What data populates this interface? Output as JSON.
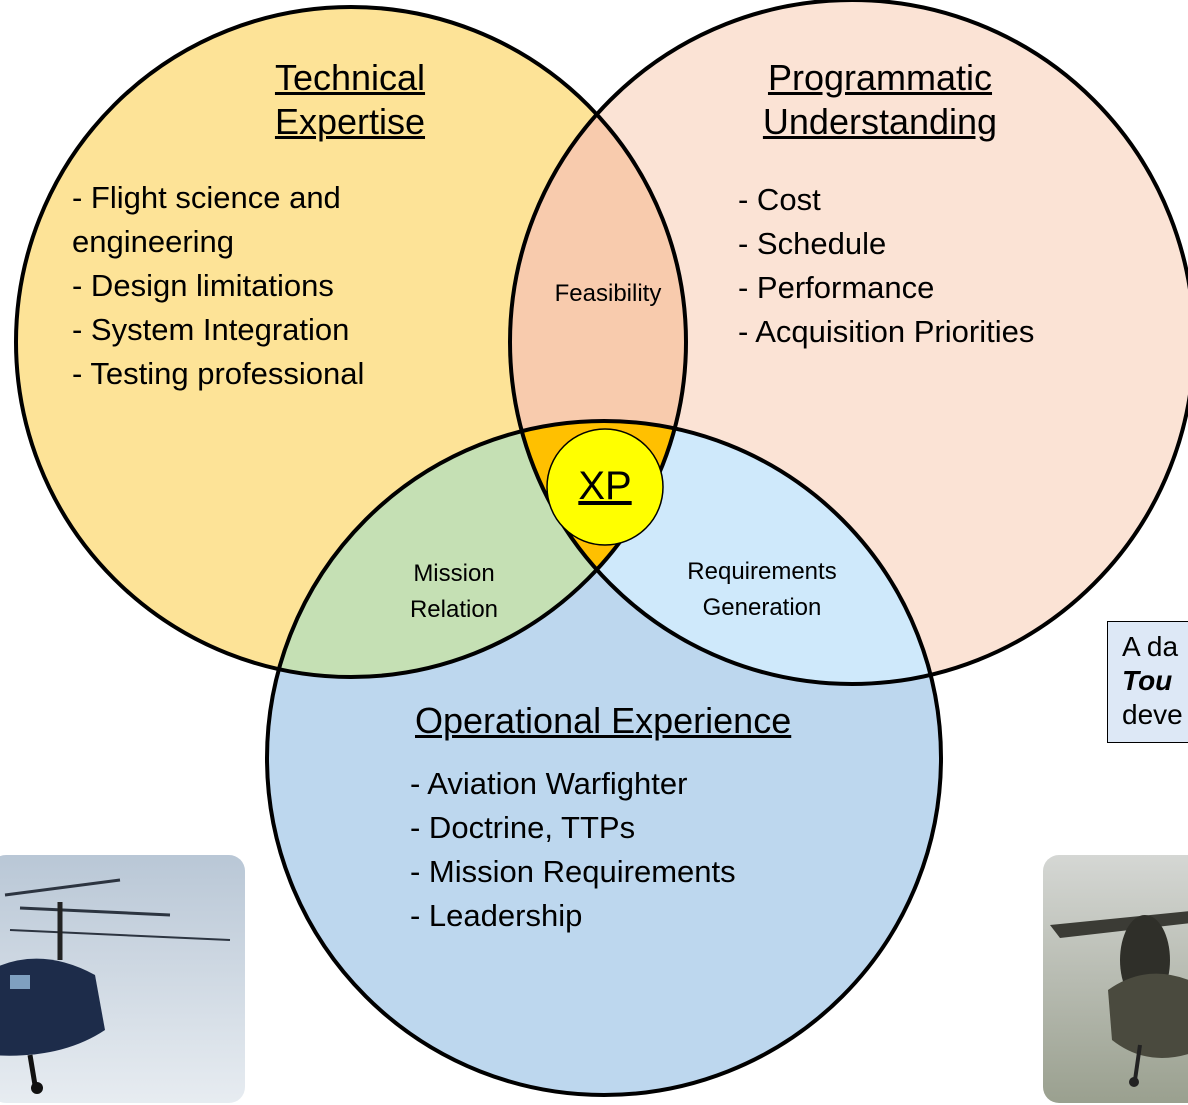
{
  "circles": {
    "technical": {
      "title": [
        "Technical",
        "Expertise"
      ],
      "items": [
        "- Flight science and",
        "engineering",
        "- Design limitations",
        "- System Integration",
        "- Testing professional"
      ],
      "color": "#fde397"
    },
    "programmatic": {
      "title": [
        "Programmatic",
        "Understanding"
      ],
      "items": [
        "- Cost",
        "- Schedule",
        "- Performance",
        "- Acquisition Priorities"
      ],
      "color": "#fbe3d5"
    },
    "operational": {
      "title": "Operational Experience",
      "items": [
        "- Aviation Warfighter",
        "- Doctrine, TTPs",
        "- Mission Requirements",
        "- Leadership"
      ],
      "color": "#bdd7ee"
    }
  },
  "overlaps": {
    "feasibility": {
      "label": "Feasibility",
      "color": "#f8cbad"
    },
    "mission_relation": {
      "label": [
        "Mission",
        "Relation"
      ],
      "color": "#c5e0b4"
    },
    "requirements_generation": {
      "label": [
        "Requirements",
        "Generation"
      ],
      "color": "#cfe9fb"
    },
    "center": {
      "color": "#ffc000"
    }
  },
  "xp_badge": {
    "label": "XP",
    "color": "#ffff00"
  },
  "callout": {
    "lines": [
      "A da",
      "Tou",
      "deve"
    ]
  },
  "photos": {
    "left": {
      "icon": "helicopter-photo"
    },
    "right": {
      "icon": "tiltrotor-photo"
    }
  }
}
